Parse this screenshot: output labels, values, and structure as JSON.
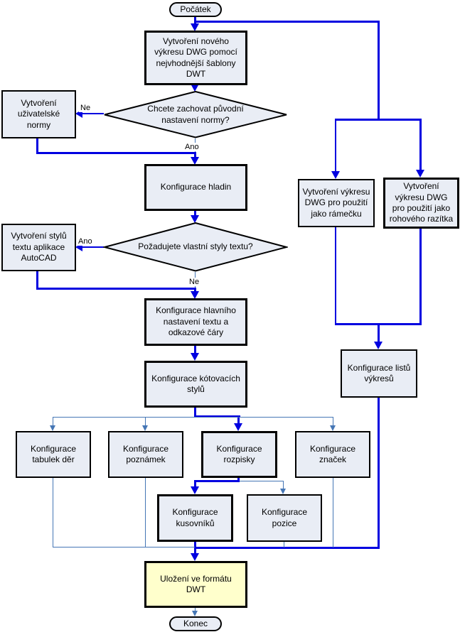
{
  "colors": {
    "node_fill": "#e9edf5",
    "save_fill": "#ffffcc",
    "border_color": "#000000",
    "flow_bold": "#0000e0",
    "flow_light": "#4576b5"
  },
  "nodes": {
    "start": {
      "label": "Počátek"
    },
    "create_dwg": {
      "label": "Vytvoření nového výkresu DWG pomocí nejvhodnější šablony DWT"
    },
    "keep_standard_q": {
      "label": "Chcete zachovat původní nastavení normy?"
    },
    "create_user_standard": {
      "label": "Vytvoření uživatelské normy"
    },
    "config_layers": {
      "label": "Konfigurace hladin"
    },
    "custom_text_q": {
      "label": "Požadujete vlastní styly textu?"
    },
    "create_text_styles": {
      "label": "Vytvoření stylů textu aplikace AutoCAD"
    },
    "config_main_text": {
      "label": "Konfigurace hlavního nastavení textu a odkazové čáry"
    },
    "config_dim_styles": {
      "label": "Konfigurace kótovacích stylů"
    },
    "config_hole_tables": {
      "label": "Konfigurace tabulek děr"
    },
    "config_notes": {
      "label": "Konfigurace poznámek"
    },
    "config_title_block": {
      "label": "Konfigurace rozpisky"
    },
    "config_symbols": {
      "label": "Konfigurace značek"
    },
    "config_parts_lists": {
      "label": "Konfigurace kusovníků"
    },
    "config_balloons": {
      "label": "Konfigurace pozice"
    },
    "create_border_dwg": {
      "label": "Vytvoření výkresu DWG pro použití jako rámečku"
    },
    "create_stamp_dwg": {
      "label": "Vytvoření výkresu DWG pro použití jako rohového razítka"
    },
    "config_sheets": {
      "label": "Konfigurace listů výkresů"
    },
    "save_dwt": {
      "label": "Uložení ve formátu DWT"
    },
    "end": {
      "label": "Konec"
    }
  },
  "edge_labels": {
    "d1_no": "Ne",
    "d1_yes": "Ano",
    "d2_yes": "Ano",
    "d2_no": "Ne"
  }
}
